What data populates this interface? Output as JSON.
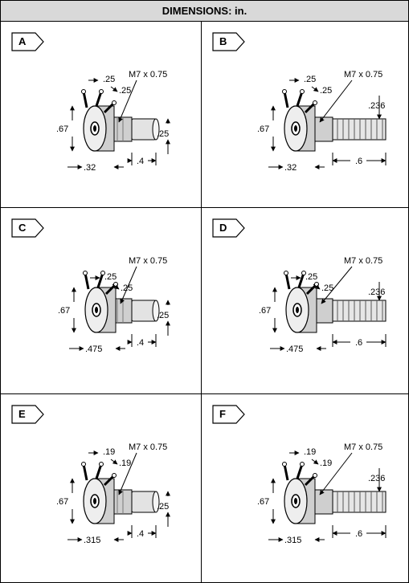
{
  "header": {
    "title": "DIMENSIONS: in."
  },
  "cells": [
    {
      "label": "A",
      "thread": "M7 x 0.75",
      "t1": ".25",
      "t2": ".25",
      "height": ".67",
      "shaft_dia": ".25",
      "shaft_len": ".4",
      "depth": ".32",
      "knurl": ""
    },
    {
      "label": "B",
      "thread": "M7 x 0.75",
      "t1": ".25",
      "t2": ".25",
      "height": ".67",
      "shaft_dia": ".236",
      "shaft_len": ".6",
      "depth": ".32",
      "knurl": "knurled"
    },
    {
      "label": "C",
      "thread": "M7 x 0.75",
      "t1": ".25",
      "t2": ".25",
      "height": ".67",
      "shaft_dia": ".25",
      "shaft_len": ".4",
      "depth": ".475",
      "knurl": ""
    },
    {
      "label": "D",
      "thread": "M7 x 0.75",
      "t1": ".25",
      "t2": ".25",
      "height": ".67",
      "shaft_dia": ".236",
      "shaft_len": ".6",
      "depth": ".475",
      "knurl": "knurled"
    },
    {
      "label": "E",
      "thread": "M7 x 0.75",
      "t1": ".19",
      "t2": ".19",
      "height": ".67",
      "shaft_dia": ".25",
      "shaft_len": ".4",
      "depth": ".315",
      "knurl": ""
    },
    {
      "label": "F",
      "thread": "M7 x 0.75",
      "t1": ".19",
      "t2": ".19",
      "height": ".67",
      "shaft_dia": ".236",
      "shaft_len": ".6",
      "depth": ".315",
      "knurl": "knurled"
    }
  ]
}
